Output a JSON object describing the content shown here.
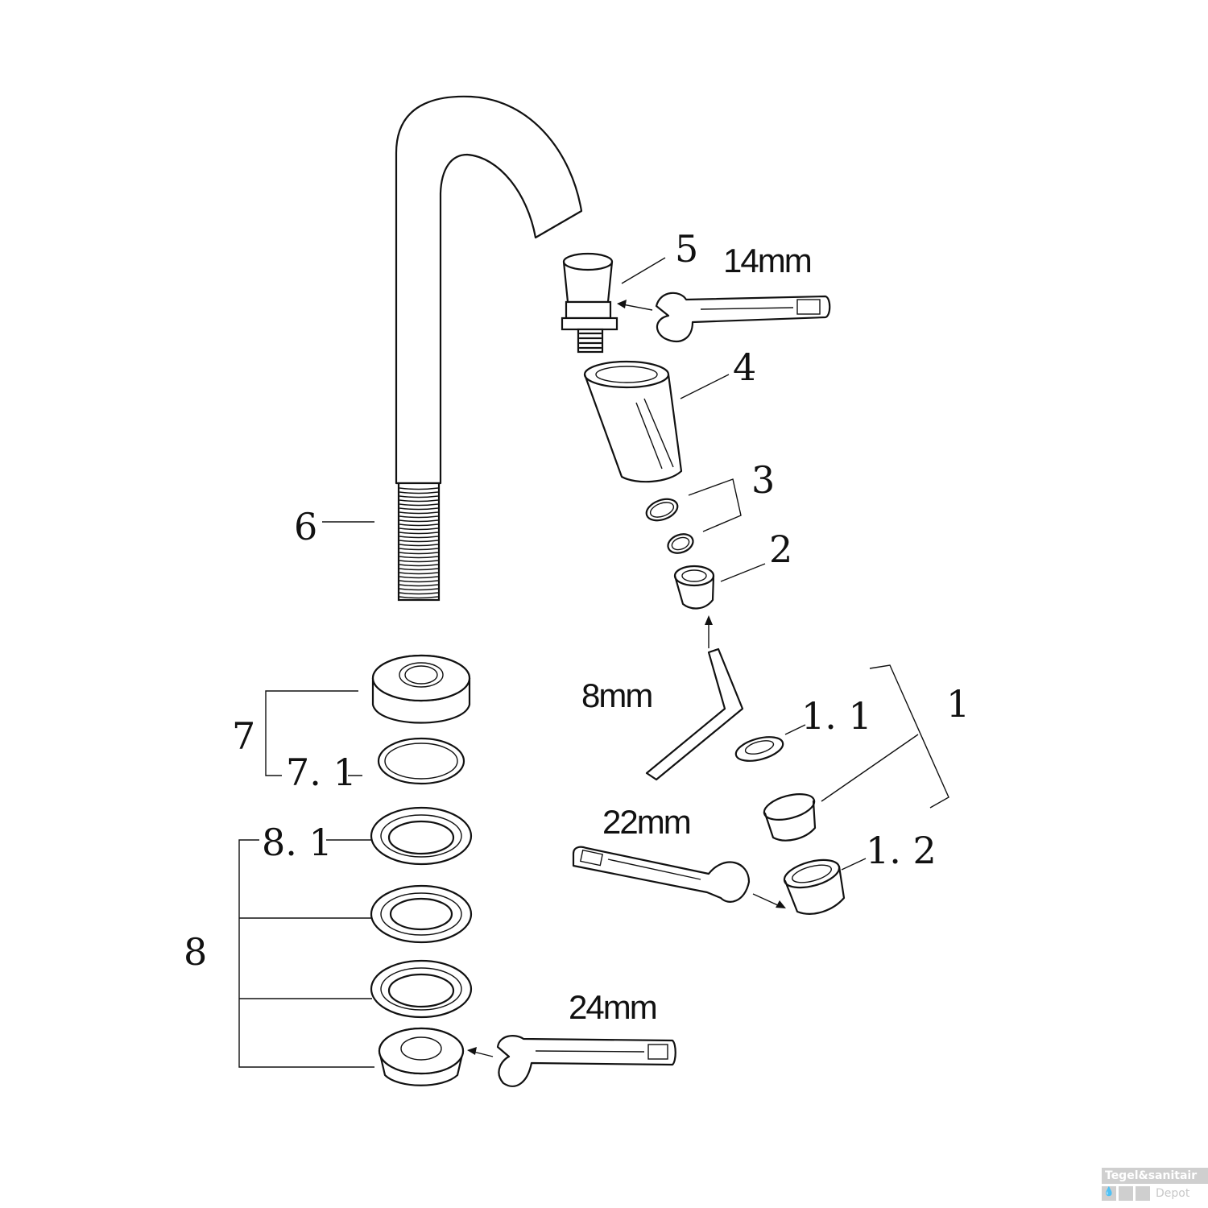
{
  "labels": {
    "p1": "1",
    "p1_1": "1. 1",
    "p1_2": "1. 2",
    "p2": "2",
    "p3": "3",
    "p4": "4",
    "p5": "5",
    "p6": "6",
    "p7": "7",
    "p7_1": "7. 1",
    "p8": "8",
    "p8_1": "8. 1"
  },
  "tool_sizes": {
    "wrench_cartridge": "14mm",
    "hex_key": "8mm",
    "wrench_aerator": "22mm",
    "wrench_nut": "24mm"
  },
  "watermark": {
    "brand": "Tegel&sanitair",
    "sub": "Depot"
  }
}
